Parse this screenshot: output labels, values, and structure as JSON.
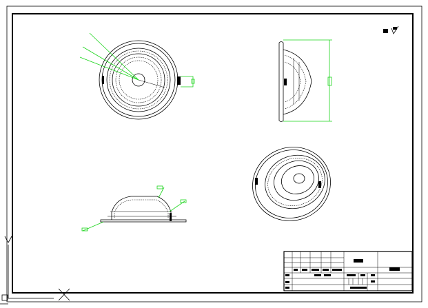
{
  "colors": {
    "sheet_bg": "#ffffff",
    "linework": "#000000",
    "dimension": "#19d419"
  },
  "icons": [
    "roughness-symbol-icon",
    "ucs-axis-icon"
  ],
  "views": [
    "top-view",
    "side-view",
    "front-section-view",
    "isometric-view"
  ]
}
